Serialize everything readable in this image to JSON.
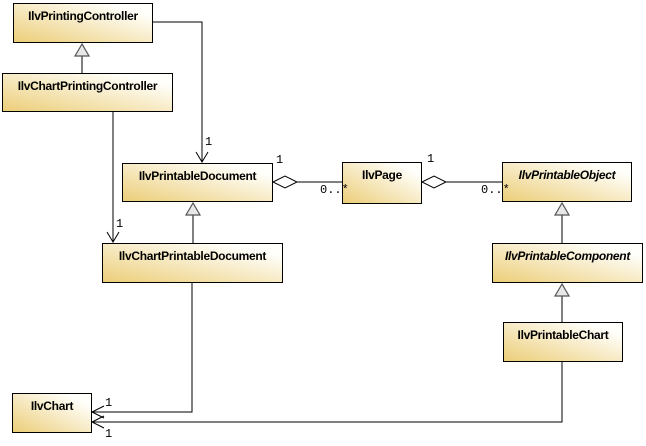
{
  "diagram": {
    "type": "uml-class-diagram",
    "classes": [
      {
        "name": "IlvPrintingController",
        "abstract": false
      },
      {
        "name": "IlvChartPrintingController",
        "abstract": false
      },
      {
        "name": "IlvPrintableDocument",
        "abstract": false
      },
      {
        "name": "IlvPage",
        "abstract": false
      },
      {
        "name": "IlvPrintableObject",
        "abstract": true
      },
      {
        "name": "IlvChartPrintableDocument",
        "abstract": false
      },
      {
        "name": "IlvPrintableComponent",
        "abstract": true
      },
      {
        "name": "IlvPrintableChart",
        "abstract": false
      },
      {
        "name": "IlvChart",
        "abstract": false
      }
    ],
    "multiplicities": [
      "1",
      "1",
      "1",
      "0..*",
      "1",
      "0..*",
      "1",
      "1"
    ],
    "relationships": [
      {
        "kind": "generalization",
        "from": "IlvChartPrintingController",
        "to": "IlvPrintingController"
      },
      {
        "kind": "association",
        "from": "IlvPrintingController",
        "to": "IlvPrintableDocument",
        "to_multiplicity": "1"
      },
      {
        "kind": "association",
        "from": "IlvChartPrintingController",
        "to": "IlvChartPrintableDocument",
        "to_multiplicity": "1"
      },
      {
        "kind": "generalization",
        "from": "IlvChartPrintableDocument",
        "to": "IlvPrintableDocument"
      },
      {
        "kind": "aggregation",
        "whole": "IlvPrintableDocument",
        "whole_multiplicity": "1",
        "part": "IlvPage",
        "part_multiplicity": "0..*"
      },
      {
        "kind": "aggregation",
        "whole": "IlvPage",
        "whole_multiplicity": "1",
        "part": "IlvPrintableObject",
        "part_multiplicity": "0..*"
      },
      {
        "kind": "generalization",
        "from": "IlvPrintableComponent",
        "to": "IlvPrintableObject"
      },
      {
        "kind": "generalization",
        "from": "IlvPrintableChart",
        "to": "IlvPrintableComponent"
      },
      {
        "kind": "association",
        "from": "IlvChartPrintableDocument",
        "to": "IlvChart",
        "to_multiplicity": "1"
      },
      {
        "kind": "association",
        "from": "IlvPrintableChart",
        "to": "IlvChart",
        "to_multiplicity": "1"
      }
    ],
    "colors": {
      "background": "#ffffff",
      "box_border": "#000000",
      "box_gradient_start": "#ecce79",
      "box_gradient_end": "#fffffb",
      "line": "#000000",
      "triangle_fill": "#e8e8e8",
      "triangle_stroke": "#555555",
      "diamond_fill": "#ffffff",
      "text": "#000000"
    }
  }
}
